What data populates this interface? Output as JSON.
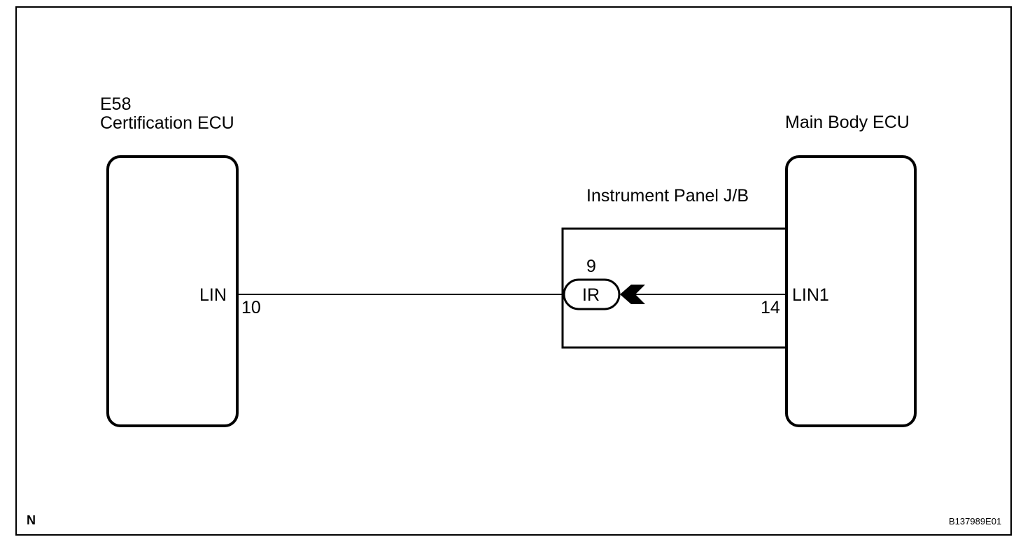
{
  "left_ecu": {
    "connector_code": "E58",
    "name": "Certification ECU",
    "pin_name": "LIN",
    "pin_number": "10"
  },
  "right_ecu": {
    "name": "Main Body ECU",
    "pin_name": "LIN1",
    "pin_number": "14"
  },
  "junction_block": {
    "name": "Instrument Panel J/B",
    "terminal_number": "9",
    "connector_code": "IR"
  },
  "footer": {
    "corner_letter": "N",
    "figure_id": "B137989E01"
  }
}
